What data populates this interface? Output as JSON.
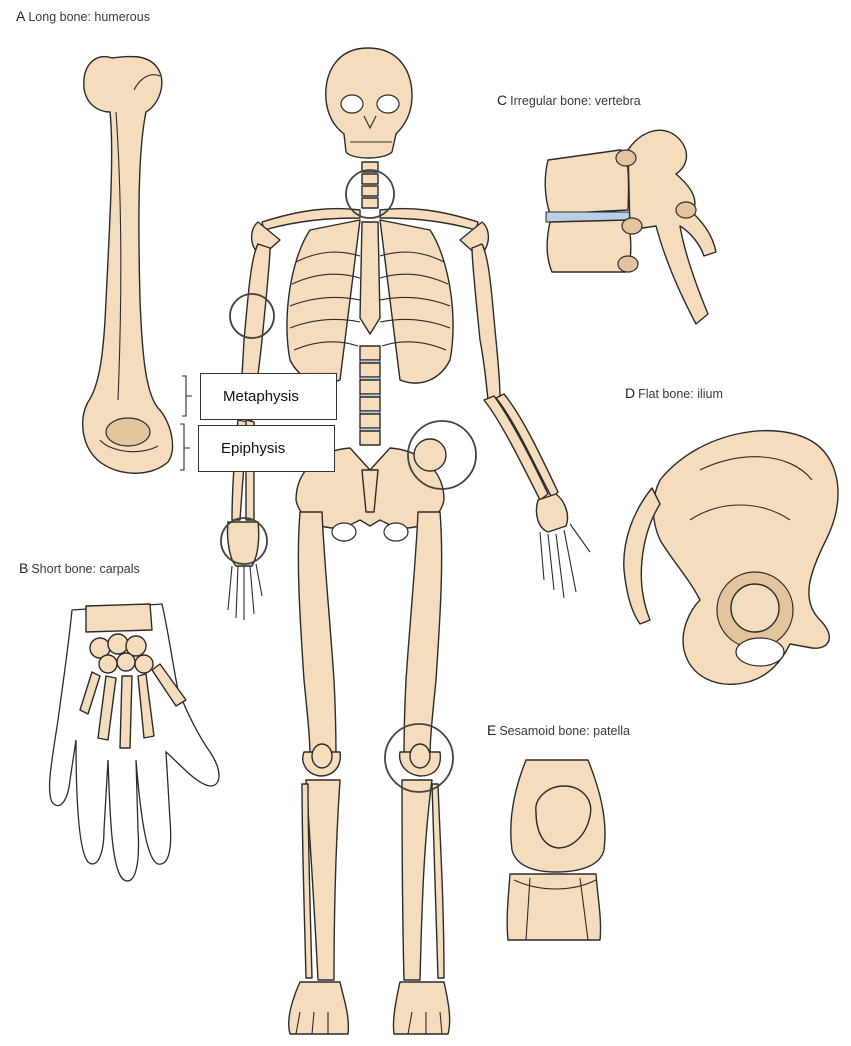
{
  "palette": {
    "bone": "#f4dcbc",
    "bone_shadow": "#e3c49c",
    "outline": "#2b2b2b",
    "disc": "#b9cfe6",
    "circle": "#444444"
  },
  "panels": {
    "a": {
      "letter": "A",
      "text": "Long bone: humerous"
    },
    "b": {
      "letter": "B",
      "text": "Short bone: carpals"
    },
    "c": {
      "letter": "C",
      "text": "Irregular bone: vertebra"
    },
    "d": {
      "letter": "D",
      "text": "Flat bone: ilium"
    },
    "e": {
      "letter": "E",
      "text": "Sesamoid bone: patella"
    }
  },
  "callouts": {
    "metaphysis": "Metaphysis",
    "epiphysis": "Epiphysis"
  }
}
